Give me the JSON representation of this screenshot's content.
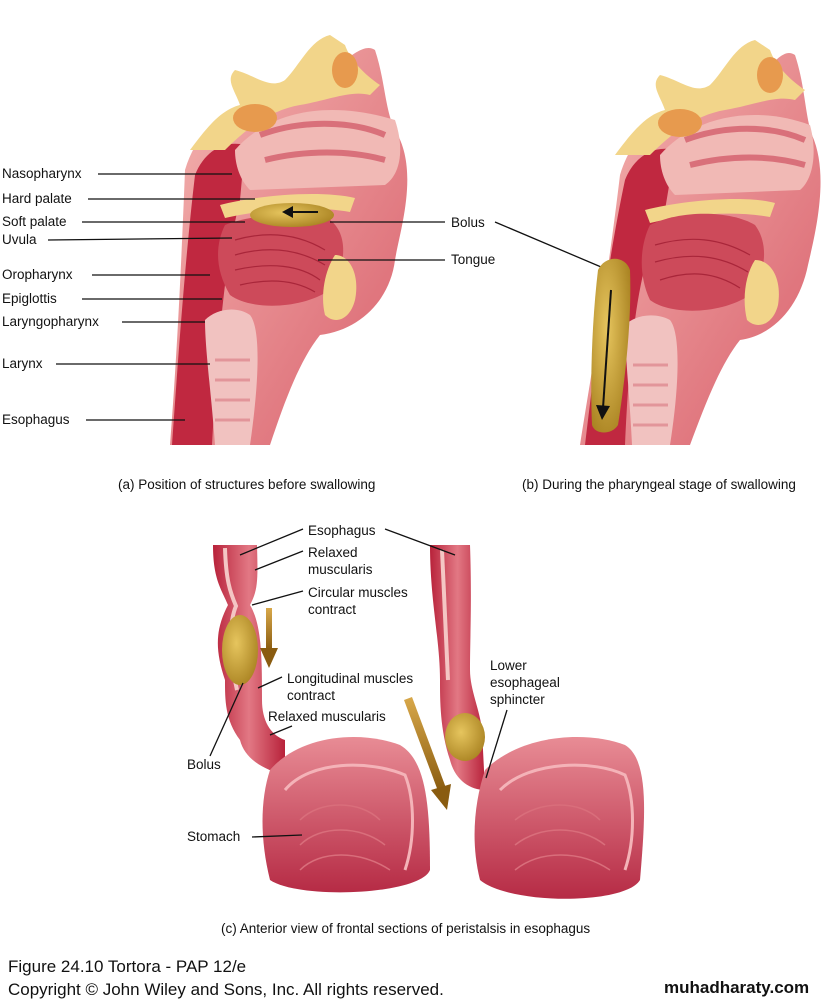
{
  "panel_a": {
    "caption": "(a) Position of structures before swallowing",
    "labels": {
      "nasopharynx": "Nasopharynx",
      "hard_palate": "Hard palate",
      "soft_palate": "Soft palate",
      "uvula": "Uvula",
      "oropharynx": "Oropharynx",
      "epiglottis": "Epiglottis",
      "laryngopharynx": "Laryngopharynx",
      "larynx": "Larynx",
      "esophagus": "Esophagus",
      "bolus": "Bolus",
      "tongue": "Tongue"
    }
  },
  "panel_b": {
    "caption": "(b) During the pharyngeal stage of swallowing"
  },
  "panel_c": {
    "caption": "(c) Anterior view of frontal sections of peristalsis in esophagus",
    "labels": {
      "esophagus": "Esophagus",
      "relaxed_muscularis_1": "Relaxed",
      "relaxed_muscularis_2": "muscularis",
      "circular_1": "Circular muscles",
      "circular_2": "contract",
      "longitudinal_1": "Longitudinal muscles",
      "longitudinal_2": "contract",
      "relaxed_muscularis_lower": "Relaxed muscularis",
      "bolus": "Bolus",
      "stomach": "Stomach",
      "les_1": "Lower",
      "les_2": "esophageal",
      "les_3": "sphincter"
    }
  },
  "footer": {
    "figure": "Figure 24.10  Tortora - PAP 12/e",
    "copyright": "Copyright © John Wiley and Sons, Inc. All rights reserved.",
    "brand": "muhadharaty.com"
  },
  "colors": {
    "tissue": "#e58a8f",
    "muscle": "#c9364a",
    "dark_muscle": "#a3162b",
    "bone": "#f2d58a",
    "bolus": "#c9a13a",
    "arrow": "#b07d1c"
  }
}
